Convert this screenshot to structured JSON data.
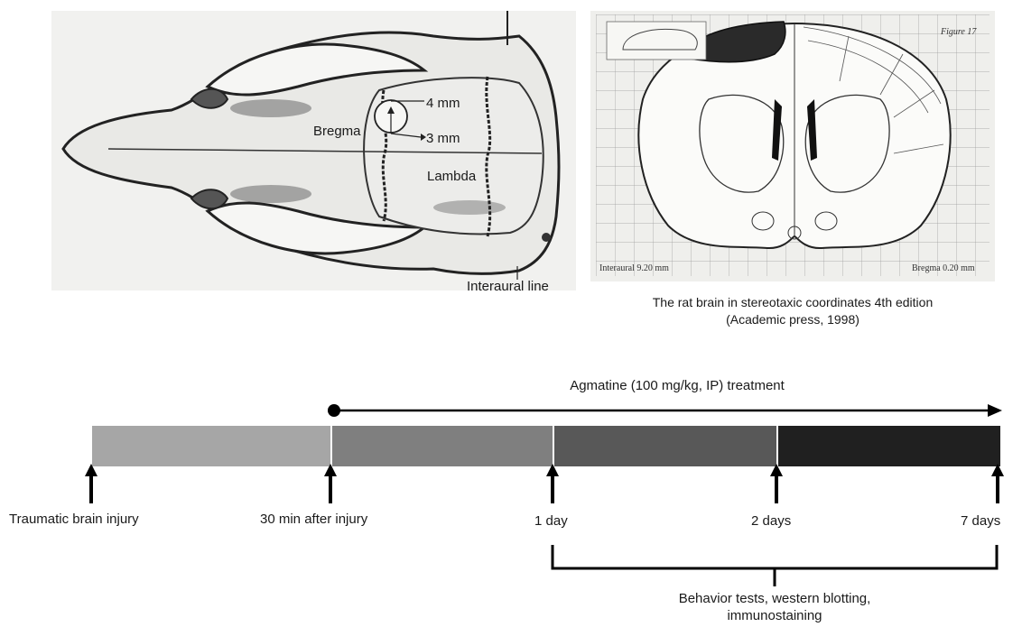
{
  "skull_figure": {
    "labels": {
      "bregma": "Bregma",
      "lambda": "Lambda",
      "four_mm": "4 mm",
      "three_mm": "3 mm",
      "interaural_line": "Interaural line"
    }
  },
  "atlas_figure": {
    "figure_label": "Figure 17",
    "interaural": "Interaural 9.20 mm",
    "bregma": "Bregma 0.20 mm",
    "caption_line1": "The rat brain in stereotaxic coordinates 4th edition",
    "caption_line2": "(Academic press, 1998)"
  },
  "timeline": {
    "treatment_label": "Agmatine (100 mg/kg, IP) treatment",
    "segment_colors": [
      "#a6a6a6",
      "#7f7f7f",
      "#585858",
      "#202020"
    ],
    "events": [
      {
        "label": "Traumatic brain injury"
      },
      {
        "label": "30 min after injury"
      },
      {
        "label": "1 day"
      },
      {
        "label": "2 days"
      },
      {
        "label": "7 days"
      }
    ],
    "bracket_label_line1": "Behavior tests, western blotting,",
    "bracket_label_line2": "immunostaining"
  }
}
